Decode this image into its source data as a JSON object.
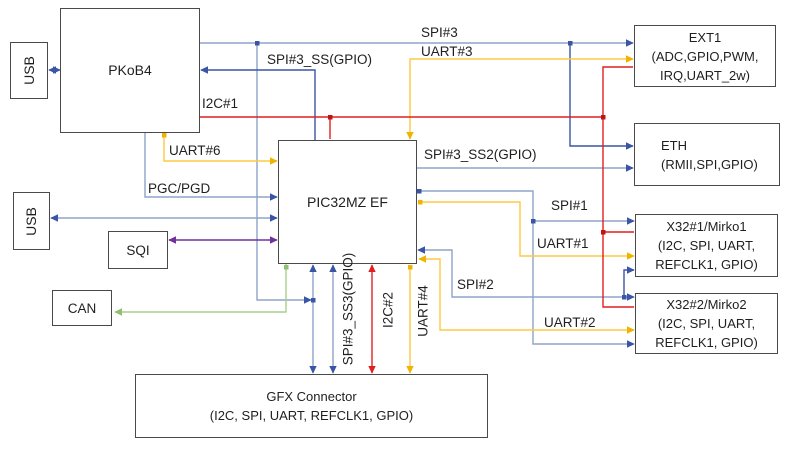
{
  "palette": {
    "wire_light_blue": "#8fa4c8",
    "wire_dark_blue": "#3a55a5",
    "wire_yellow": "#fec843",
    "wire_yellow_marker": "#efb400",
    "wire_red": "#e01f1f",
    "wire_green": "#a8d08d",
    "wire_purple": "#7030a0",
    "box_border": "#4a4a4a",
    "text": "#1f1f1f",
    "background": "#ffffff"
  },
  "blocks": {
    "usb_top": {
      "label": "USB"
    },
    "usb_mid": {
      "label": "USB"
    },
    "pkob4": {
      "label": "PKoB4"
    },
    "sqi": {
      "label": "SQI"
    },
    "can": {
      "label": "CAN"
    },
    "pic32": {
      "label": "PIC32MZ EF"
    },
    "gfx": {
      "lines": [
        "GFX Connector",
        "(I2C, SPI, UART, REFCLK1, GPIO)"
      ]
    },
    "ext1": {
      "lines": [
        "EXT1",
        "(ADC,GPIO,PWM,",
        "IRQ,UART_2w)"
      ]
    },
    "eth": {
      "lines": [
        "ETH",
        "(RMII,SPI,GPIO)"
      ]
    },
    "x32_1": {
      "lines": [
        "X32#1/Mirko1",
        "(I2C, SPI, UART,",
        "REFCLK1, GPIO)"
      ]
    },
    "x32_2": {
      "lines": [
        "X32#2/Mirko2",
        "(I2C, SPI, UART,",
        "REFCLK1, GPIO)"
      ]
    }
  },
  "wire_labels": {
    "spi3": "SPI#3",
    "uart3": "UART#3",
    "spi3_ss": "SPI#3_SS(GPIO)",
    "i2c1": "I2C#1",
    "uart6": "UART#6",
    "pgc_pgd": "PGC/PGD",
    "spi3_ss2": "SPI#3_SS2(GPIO)",
    "spi1": "SPI#1",
    "uart1": "UART#1",
    "spi2": "SPI#2",
    "uart2": "UART#2",
    "spi3_ss3": "SPI#3_SS3(GPIO)",
    "i2c2": "I2C#2",
    "uart4": "UART#4"
  }
}
